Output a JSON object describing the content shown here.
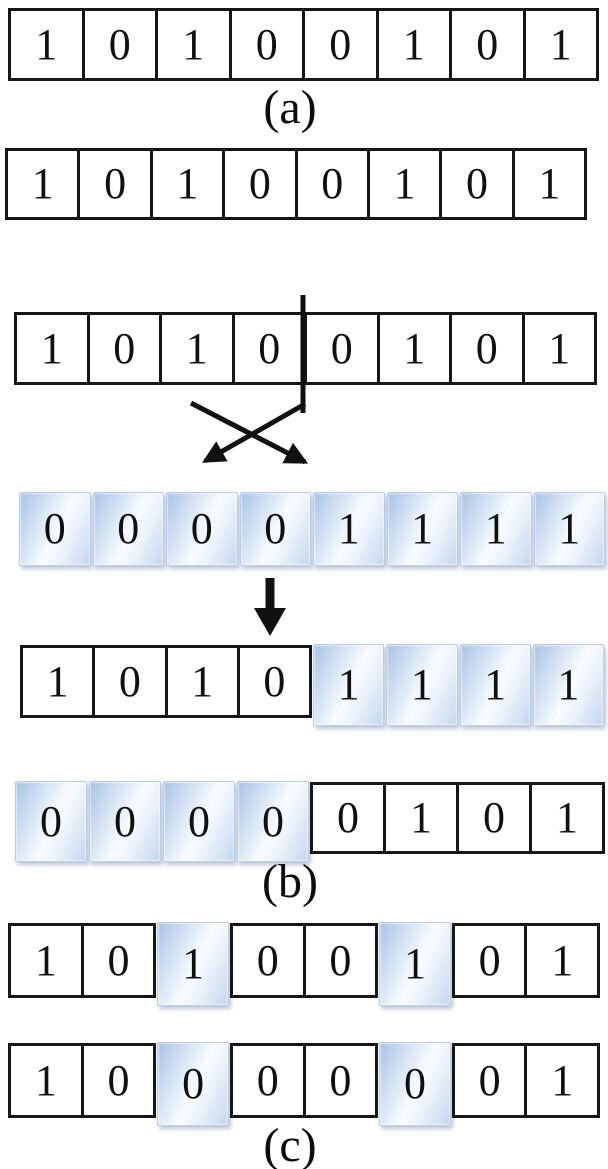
{
  "figure": {
    "rows": {
      "a1": {
        "cells": [
          {
            "v": "1",
            "shaded": false
          },
          {
            "v": "0",
            "shaded": false
          },
          {
            "v": "1",
            "shaded": false
          },
          {
            "v": "0",
            "shaded": false
          },
          {
            "v": "0",
            "shaded": false
          },
          {
            "v": "1",
            "shaded": false
          },
          {
            "v": "0",
            "shaded": false
          },
          {
            "v": "1",
            "shaded": false
          }
        ]
      },
      "b1": {
        "cells": [
          {
            "v": "1",
            "shaded": false
          },
          {
            "v": "0",
            "shaded": false
          },
          {
            "v": "1",
            "shaded": false
          },
          {
            "v": "0",
            "shaded": false
          },
          {
            "v": "0",
            "shaded": false
          },
          {
            "v": "1",
            "shaded": false
          },
          {
            "v": "0",
            "shaded": false
          },
          {
            "v": "1",
            "shaded": false
          }
        ]
      },
      "b2": {
        "cells": [
          {
            "v": "1",
            "shaded": false
          },
          {
            "v": "0",
            "shaded": false
          },
          {
            "v": "1",
            "shaded": false
          },
          {
            "v": "0",
            "shaded": false
          },
          {
            "v": "0",
            "shaded": false
          },
          {
            "v": "1",
            "shaded": false
          },
          {
            "v": "0",
            "shaded": false
          },
          {
            "v": "1",
            "shaded": false
          }
        ]
      },
      "b3": {
        "cells": [
          {
            "v": "0",
            "shaded": true
          },
          {
            "v": "0",
            "shaded": true
          },
          {
            "v": "0",
            "shaded": true
          },
          {
            "v": "0",
            "shaded": true
          },
          {
            "v": "1",
            "shaded": true
          },
          {
            "v": "1",
            "shaded": true
          },
          {
            "v": "1",
            "shaded": true
          },
          {
            "v": "1",
            "shaded": true
          }
        ]
      },
      "b4": {
        "cells": [
          {
            "v": "1",
            "shaded": false
          },
          {
            "v": "0",
            "shaded": false
          },
          {
            "v": "1",
            "shaded": false
          },
          {
            "v": "0",
            "shaded": false
          },
          {
            "v": "1",
            "shaded": true
          },
          {
            "v": "1",
            "shaded": true
          },
          {
            "v": "1",
            "shaded": true
          },
          {
            "v": "1",
            "shaded": true
          }
        ]
      },
      "b5": {
        "cells": [
          {
            "v": "0",
            "shaded": true
          },
          {
            "v": "0",
            "shaded": true
          },
          {
            "v": "0",
            "shaded": true
          },
          {
            "v": "0",
            "shaded": true
          },
          {
            "v": "0",
            "shaded": false
          },
          {
            "v": "1",
            "shaded": false
          },
          {
            "v": "0",
            "shaded": false
          },
          {
            "v": "1",
            "shaded": false
          }
        ]
      },
      "c1": {
        "cells": [
          {
            "v": "1",
            "shaded": false
          },
          {
            "v": "0",
            "shaded": false
          },
          {
            "v": "1",
            "shaded": true
          },
          {
            "v": "0",
            "shaded": false
          },
          {
            "v": "0",
            "shaded": false
          },
          {
            "v": "1",
            "shaded": true
          },
          {
            "v": "0",
            "shaded": false
          },
          {
            "v": "1",
            "shaded": false
          }
        ]
      },
      "c2": {
        "cells": [
          {
            "v": "1",
            "shaded": false
          },
          {
            "v": "0",
            "shaded": false
          },
          {
            "v": "0",
            "shaded": true
          },
          {
            "v": "0",
            "shaded": false
          },
          {
            "v": "0",
            "shaded": false
          },
          {
            "v": "0",
            "shaded": true
          },
          {
            "v": "0",
            "shaded": false
          },
          {
            "v": "1",
            "shaded": false
          }
        ]
      }
    },
    "labels": {
      "a": "(a)",
      "b": "(b)",
      "c": "(c)"
    },
    "icons": {
      "crossover_cut": "vertical-line",
      "swap": "crossed-arrows",
      "transform": "down-arrow"
    },
    "colors": {
      "border": "#161616",
      "stroke": "#111111",
      "shade_blue": "#a9c3e5",
      "shade_light": "#f9fcff",
      "background": "#ffffff"
    }
  }
}
